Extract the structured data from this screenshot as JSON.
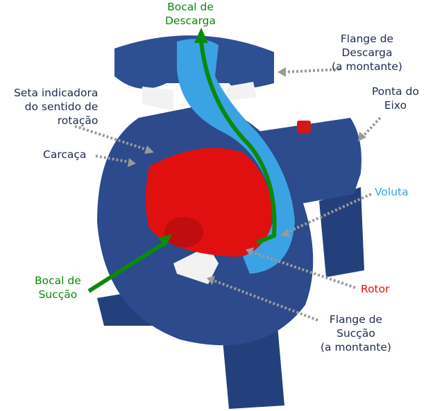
{
  "labels": {
    "discharge_nozzle": "Bocal de\nDescarga",
    "discharge_flange": "Flange de\nDescarga\n(a montante)",
    "shaft_end": "Ponta do\nEixo",
    "rotation_arrow": "Seta indicadora\ndo sentido de\nrotação",
    "casing": "Carcaça",
    "volute": "Voluta",
    "rotor": "Rotor",
    "suction_flange": "Flange de\nSucção\n(a montante)",
    "suction_nozzle": "Bocal de\nSucção"
  },
  "colors": {
    "label_text": "#1f2b4d",
    "nozzle_labels": "#0a8a0a",
    "volute": "#3ba3e3",
    "rotor": "#e01010",
    "casing": "#2c4a8c",
    "leader_lines": "#9a9a9a"
  }
}
